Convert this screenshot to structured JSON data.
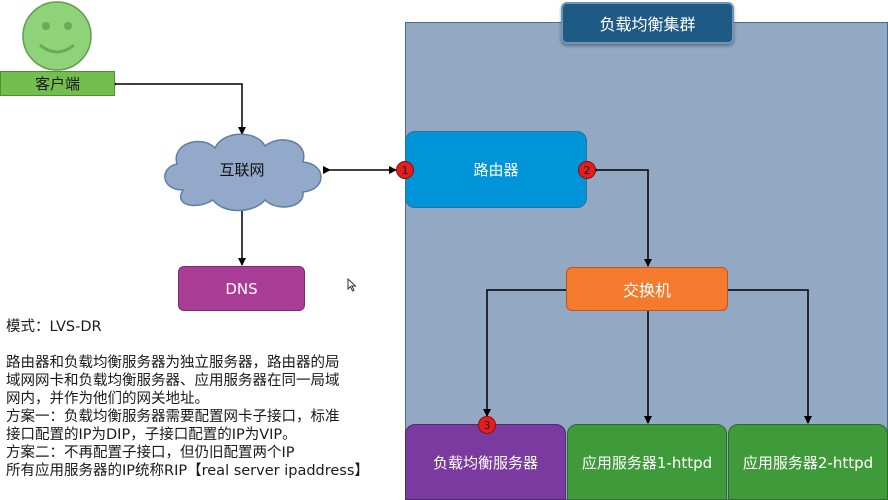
{
  "cluster": {
    "title": "负载均衡集群"
  },
  "nodes": {
    "client": "客户端",
    "internet": "互联网",
    "dns": "DNS",
    "router": "路由器",
    "switch": "交换机",
    "load_balancer": "负载均衡服务器",
    "app_server_1": "应用服务器1-httpd",
    "app_server_2": "应用服务器2-httpd"
  },
  "badges": [
    "1",
    "2",
    "3"
  ],
  "description": {
    "mode": "模式：LVS-DR",
    "lines": [
      "路由器和负载均衡服务器为独立服务器，路由器的局",
      "域网网卡和负载均衡服务器、应用服务器在同一局域",
      "网内，并作为他们的网关地址。",
      "方案一：负载均衡服务器需要配置网卡子接口，标准",
      "接口配置的IP为DIP，子接口配置的IP为VIP。",
      "方案二：不再配置子接口，但仍旧配置两个IP",
      "所有应用服务器的IP统称RIP【real server ipaddress】"
    ]
  },
  "colors": {
    "cluster_bg": "#93a9c3",
    "router": "#0095d9",
    "switch": "#f47a2e",
    "dns": "#a93d95",
    "load_balancer": "#7a3aa0",
    "app_server": "#3f9a3a",
    "client_label": "#72be4f",
    "smiley": "#8ed27a",
    "badge": "#e41e1e"
  },
  "icons": [
    "smiley-icon",
    "cloud-icon",
    "mouse-cursor-icon"
  ]
}
